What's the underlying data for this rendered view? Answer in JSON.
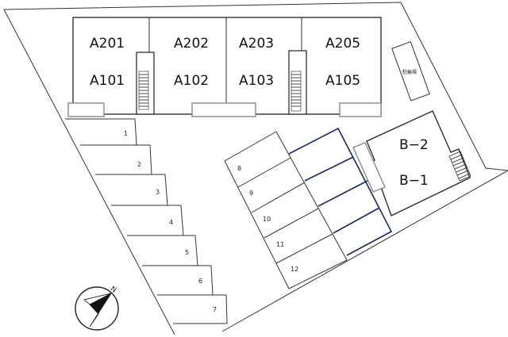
{
  "building_a": {
    "units": [
      {
        "upper": "A201",
        "lower": "A101"
      },
      {
        "upper": "A202",
        "lower": "A102"
      },
      {
        "upper": "A203",
        "lower": "A103"
      },
      {
        "upper": "A205",
        "lower": "A105"
      }
    ]
  },
  "building_b": {
    "upper": "B−2",
    "lower": "B−1"
  },
  "bike_parking": {
    "label": "駐輪場"
  },
  "parking_left": [
    "1",
    "2",
    "3",
    "4",
    "5",
    "6",
    "7"
  ],
  "parking_center": [
    "8",
    "9",
    "10",
    "11",
    "12"
  ],
  "compass": {
    "north_label": "N"
  }
}
